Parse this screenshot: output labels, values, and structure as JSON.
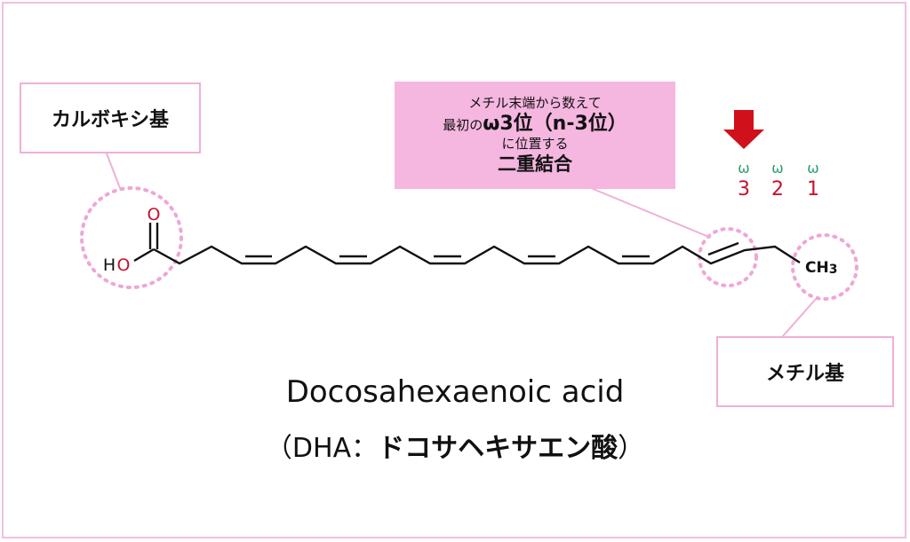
{
  "labels": {
    "carboxyl_group": "カルボキシ基",
    "methyl_group": "メチル基"
  },
  "callout": {
    "line1": "メチル末端から数えて",
    "line2_prefix": "最初の",
    "line2_bold": "ω3位（n-3位）",
    "line3": "に位置する",
    "line4": "二重結合"
  },
  "molecule": {
    "atom_O": "O",
    "atom_H": "H",
    "atom_O2": "O",
    "methyl": "CH",
    "methyl_sub": "3"
  },
  "omega_positions": [
    {
      "symbol": "ω",
      "number": "3"
    },
    {
      "symbol": "ω",
      "number": "2"
    },
    {
      "symbol": "ω",
      "number": "1"
    }
  ],
  "name": {
    "english": "Docosahexaenoic acid",
    "japanese_open": "（DHA：",
    "japanese_bold": "ドコサヘキサエン酸",
    "japanese_close": "）"
  },
  "colors": {
    "pink_highlight": "#f5b6e0",
    "pink_border": "#efb0d8",
    "oxygen_red": "#c8102e",
    "omega_green": "#2aa06a",
    "arrow_red": "#d0101a"
  }
}
